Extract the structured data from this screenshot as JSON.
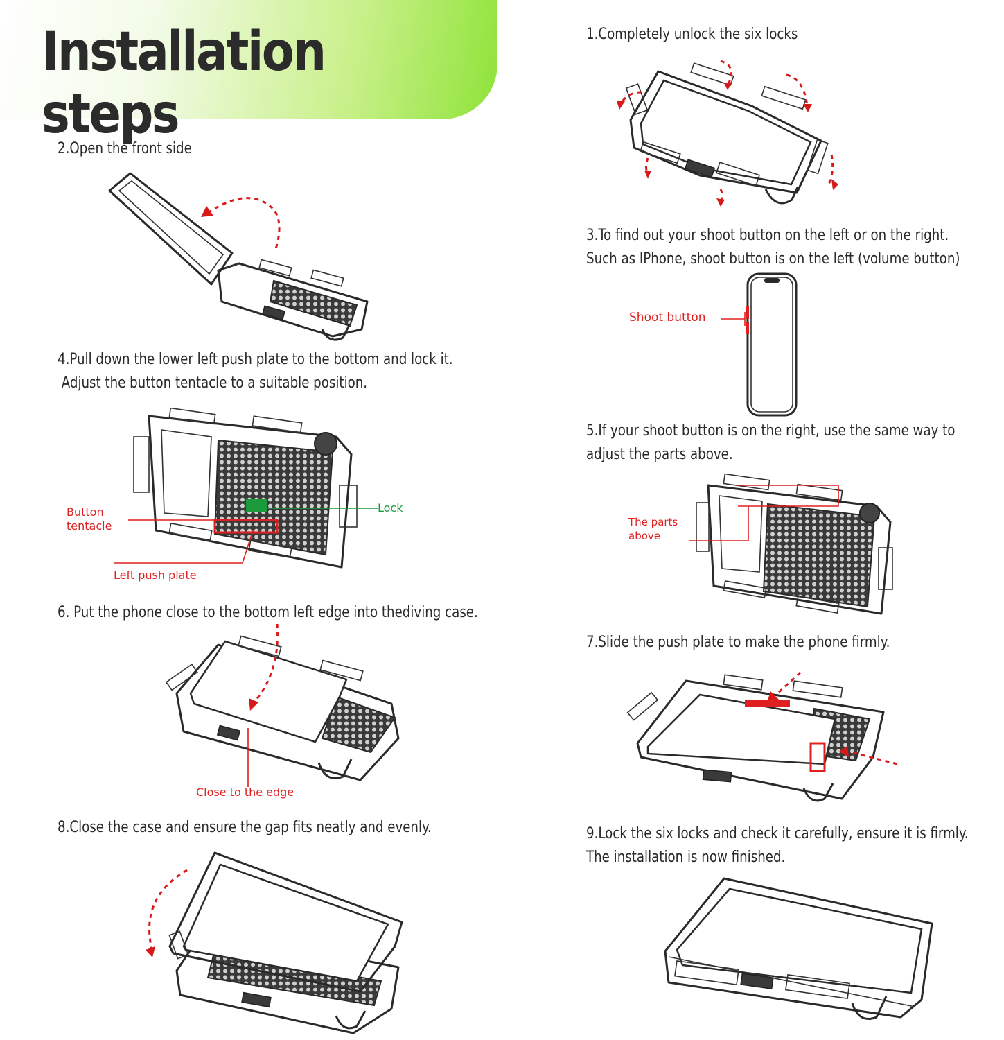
{
  "header": {
    "title": "Installation steps"
  },
  "steps": {
    "s1": "1.Completely unlock the six locks",
    "s2": "2.Open the front side",
    "s3": "3.To find out your shoot button on the left or on the right.\nSuch as IPhone, shoot button is on the left (volume button)",
    "s4": "4.Pull down the lower left push plate to the bottom and lock it.\n Adjust the button tentacle to a suitable position.",
    "s5": "5.If your shoot button is on the right, use the same way to\nadjust the parts above.",
    "s6": "6. Put the phone close to the bottom left edge into thediving case.",
    "s7": "7.Slide the push plate to make the phone firmly.",
    "s8": "8.Close the case and ensure the gap fits neatly and evenly.",
    "s9": "9.Lock the six locks and check it carefully, ensure it is firmly.\nThe installation is now finished."
  },
  "labels": {
    "shoot_button": "Shoot button",
    "button_tentacle": "Button\ntentacle",
    "lock": "Lock",
    "left_push_plate": "Left push plate",
    "parts_above": "The parts\nabove",
    "close_to_edge": "Close to the edge"
  },
  "colors": {
    "accent_green": "#8fe33a",
    "callout_red": "#e02020",
    "callout_green": "#1a9a3a"
  }
}
